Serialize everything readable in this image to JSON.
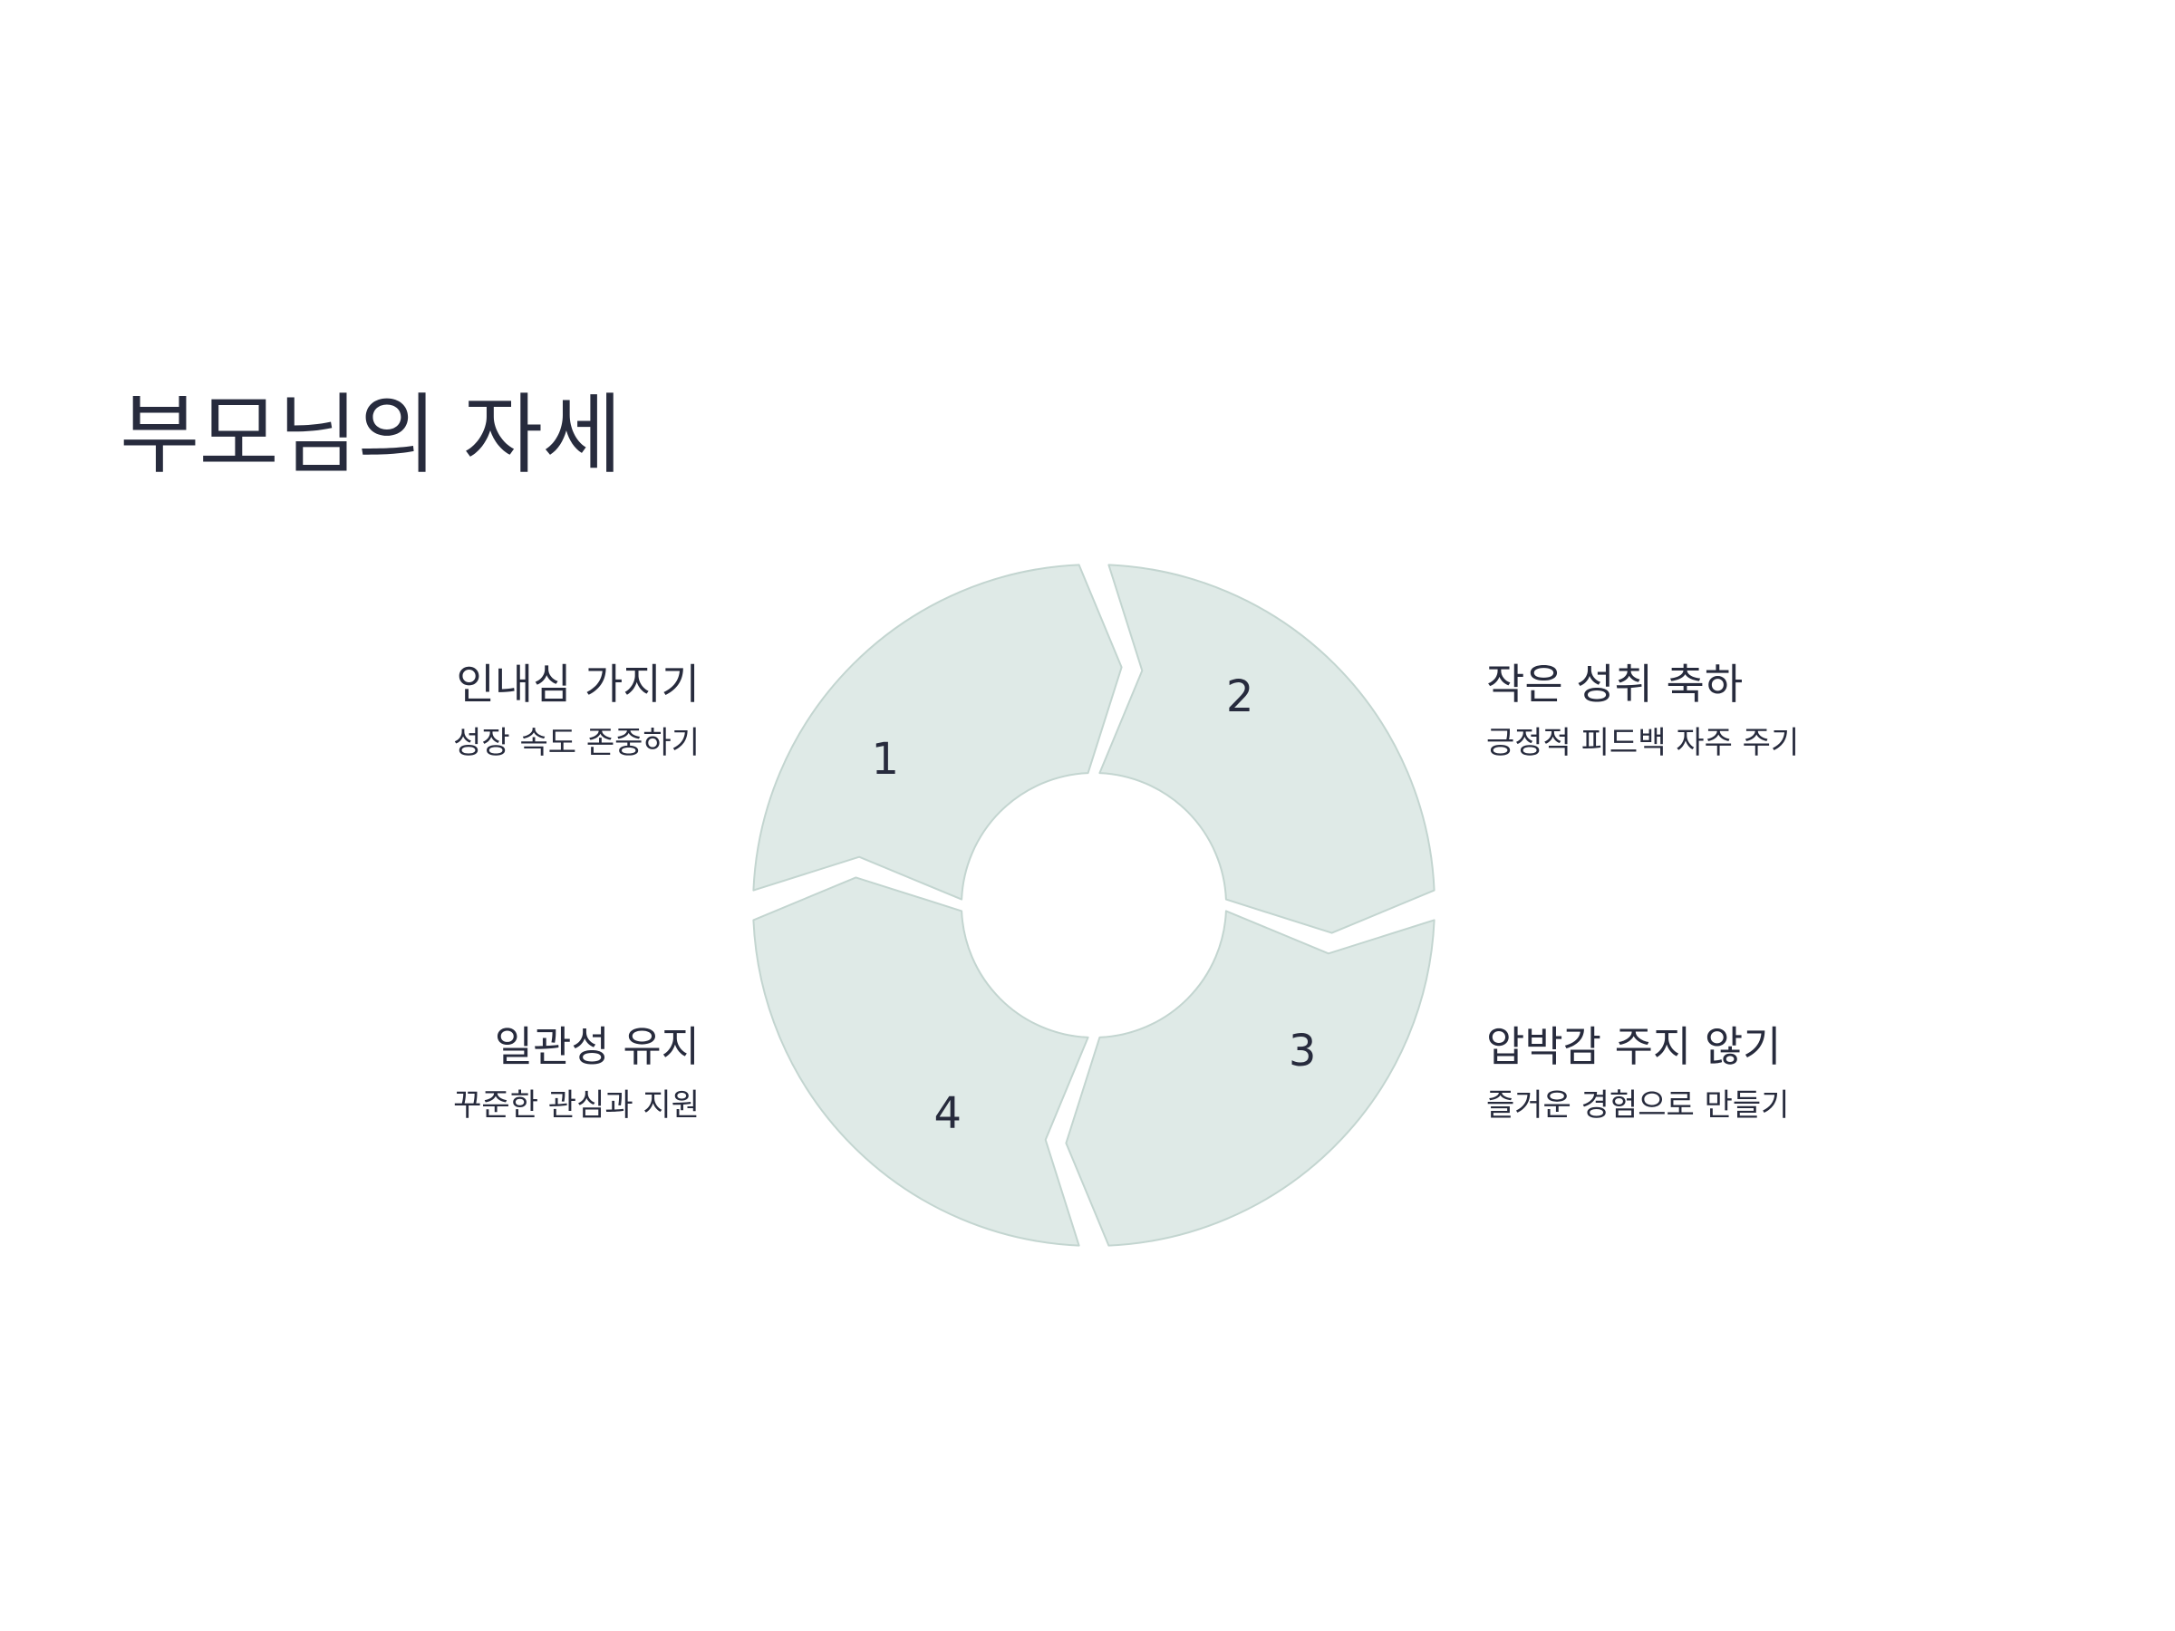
{
  "title": "부모님의 자세",
  "colors": {
    "segment_fill": "#dfeae7",
    "segment_stroke": "#c3d5d0",
    "text": "#272b3d",
    "background": "#ffffff"
  },
  "steps": [
    {
      "number": "1",
      "heading": "인내심 가지기",
      "description": "성장 속도 존중하기"
    },
    {
      "number": "2",
      "heading": "작은 성취 축하",
      "description": "긍정적 피드백 자주 주기"
    },
    {
      "number": "3",
      "heading": "압박감 주지 않기",
      "description": "즐거운 경험으로 만들기"
    },
    {
      "number": "4",
      "heading": "일관성 유지",
      "description": "꾸준한 관심과 지원"
    }
  ]
}
